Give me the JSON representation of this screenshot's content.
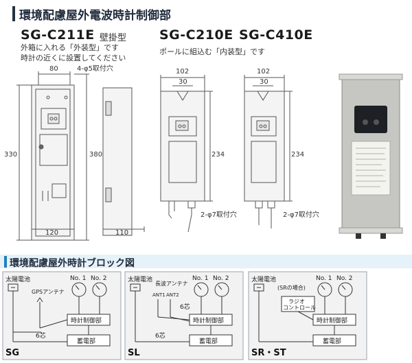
{
  "header": {
    "title": "環境配慮屋外電波時計制御部"
  },
  "models": {
    "left": {
      "name": "SG-C211E",
      "type": "壁掛型",
      "notes": [
        "外箱に入れる「外装型」です",
        "時計の近くに設置してください"
      ]
    },
    "middle": {
      "name": "SG-C210E",
      "notes": [
        "ポールに組込む「内装型」です"
      ]
    },
    "right": {
      "name": "SG-C410E"
    }
  },
  "dimensions": {
    "left_front": {
      "top_width": "80",
      "hole_note": "4-φ5取付穴",
      "height_outer": "330",
      "height_inner": "380",
      "bottom_width": "120"
    },
    "left_side": {
      "depth": "110"
    },
    "mid": {
      "width": "102",
      "inner": "30",
      "height": "234",
      "hole_note": "2-φ7取付穴"
    },
    "right": {
      "width": "102",
      "inner": "30",
      "height": "234",
      "hole_note": "2-φ7取付穴"
    }
  },
  "block": {
    "title": "環境配慮屋外時計ブロック図",
    "common": {
      "solar": "太陽電池",
      "no1": "No. 1",
      "no2": "No. 2",
      "controller": "時計制御部",
      "battery": "蓄電部",
      "cable": "6芯"
    },
    "sg": {
      "label": "SG",
      "antenna": "GPSアンテナ"
    },
    "sl": {
      "label": "SL",
      "antenna": "長波アンテナ",
      "ant1": "ANT1",
      "ant2": "ANT2",
      "cable2": "6芯"
    },
    "sr": {
      "label": "SR・ST",
      "sr_case": "(SRの場合)",
      "radio_line1": "ラジオ",
      "radio_line2": "コントロール"
    }
  },
  "colors": {
    "accent": "#1f7fc0",
    "panel_bg": "#f2f2f2"
  }
}
